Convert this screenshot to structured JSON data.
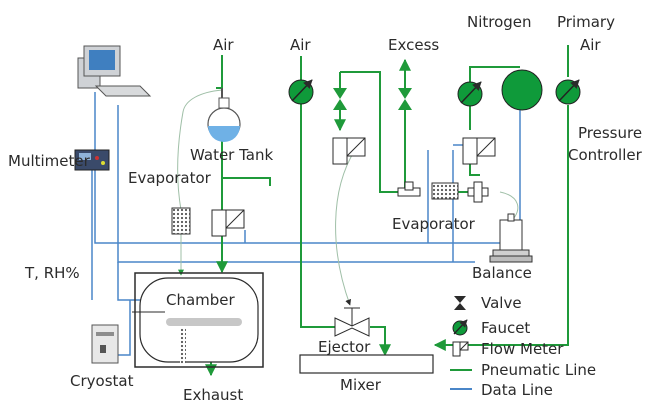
{
  "labels": {
    "air_left": "Air",
    "air_mid": "Air",
    "excess": "Excess",
    "nitrogen": "Nitrogen",
    "primary": "Primary",
    "primary_air": "Air",
    "water_tank": "Water Tank",
    "multimeter": "Multimeter",
    "evaporator_left": "Evaporator",
    "evaporator_right": "Evaporator",
    "pressure": "Pressure",
    "controller": "Controller",
    "balance": "Balance",
    "t_rh": "T, RH%",
    "chamber": "Chamber",
    "ejector": "Ejector",
    "cryostat": "Cryostat",
    "mixer": "Mixer",
    "exhaust": "Exhaust"
  },
  "legend": {
    "valve": "Valve",
    "faucet": "Faucet",
    "flow_meter": "Flow Meter",
    "pneumatic_line": "Pneumatic Line",
    "data_line": "Data Line"
  },
  "colors": {
    "pneumatic": "#1f9a3a",
    "data": "#4a86c8",
    "faucet_fill": "#0f9a3a",
    "outline": "#2b2b2b"
  }
}
